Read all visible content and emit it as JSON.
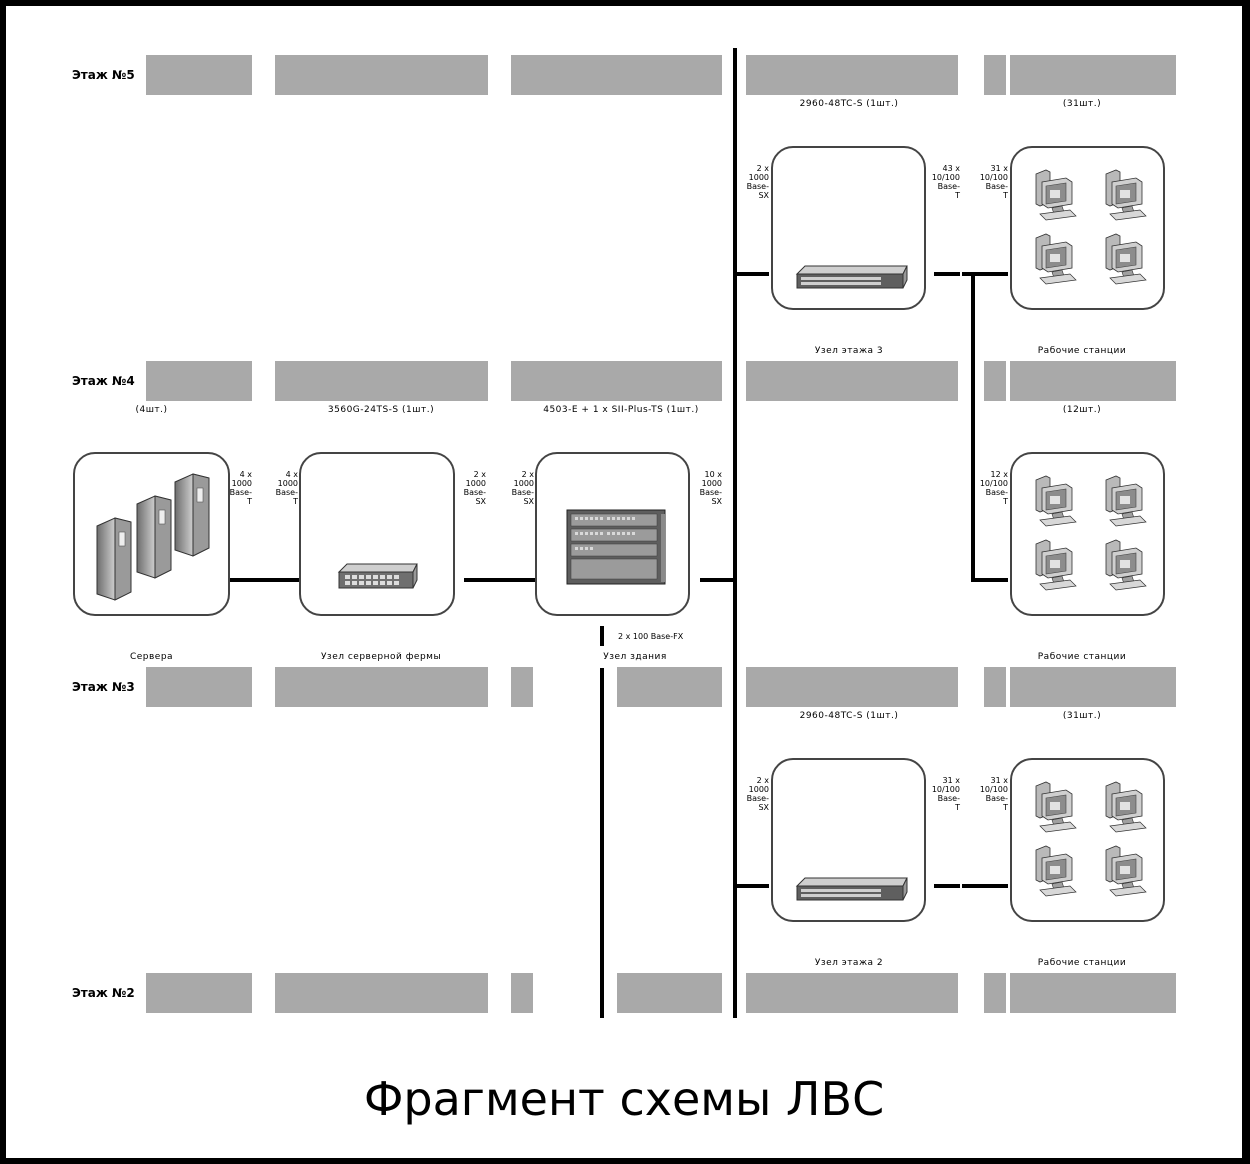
{
  "title": "Фрагмент схемы ЛВС",
  "floors": {
    "f5": "Этаж №5",
    "f4": "Этаж №4",
    "f3": "Этаж №3",
    "f2": "Этаж №2"
  },
  "nodes": {
    "servers": {
      "caption": "Сервера",
      "count": "(4шт.)",
      "port": "4 x\n1000\nBase-\nT",
      "icon": "server-tower-icon"
    },
    "server_farm": {
      "caption": "Узел серверной фермы",
      "model": "3560G-24TS-S (1шт.)",
      "port_in": "4 x\n1000\nBase-\nT",
      "port_out": "2 x\n1000\nBase-\nSX",
      "icon": "switch-small-icon"
    },
    "building": {
      "caption": "Узел здания",
      "model": "4503-E + 1 x SII-Plus-TS (1шт.)",
      "port_in": "2 x\n1000\nBase-\nSX",
      "port_out": "10 x\n1000\nBase-\nSX",
      "port_down": "2 x 100 Base-FX",
      "icon": "chassis-switch-icon"
    },
    "floor3_node": {
      "caption": "Узел этажа 3",
      "model": "2960-48TC-S (1шт.)",
      "port_in": "2 x\n1000\nBase-\nSX",
      "port_out": "43 x\n10/100\nBase-\nT",
      "icon": "switch-48-icon"
    },
    "floor2_node": {
      "caption": "Узел этажа 2",
      "model": "2960-48TC-S (1шт.)",
      "port_in": "2 x\n1000\nBase-\nSX",
      "port_out": "31 x\n10/100\nBase-\nT",
      "icon": "switch-48-icon"
    },
    "ws_top": {
      "caption": "Рабочие станции",
      "count": "(31шт.)",
      "port": "31 x\n10/100\nBase-\nT",
      "icon": "workstation-icon"
    },
    "ws_mid": {
      "caption": "Рабочие станции",
      "count": "(12шт.)",
      "port": "12 x\n10/100\nBase-\nT",
      "icon": "workstation-icon"
    },
    "ws_bot": {
      "caption": "Рабочие станции",
      "count": "(31шт.)",
      "port": "31 x\n10/100\nBase-\nT",
      "icon": "workstation-icon"
    }
  }
}
